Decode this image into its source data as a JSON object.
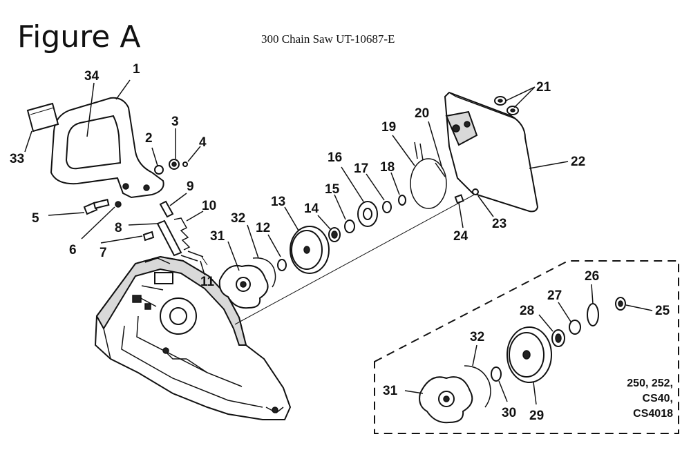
{
  "title": "Figure A",
  "subtitle": "300 Chain Saw UT-10687-E",
  "callouts": {
    "c1": "1",
    "c2": "2",
    "c3": "3",
    "c4": "4",
    "c5": "5",
    "c6": "6",
    "c7": "7",
    "c8": "8",
    "c9": "9",
    "c10": "10",
    "c11": "11",
    "c12": "12",
    "c13": "13",
    "c14": "14",
    "c15": "15",
    "c16": "16",
    "c17": "17",
    "c18": "18",
    "c19": "19",
    "c20": "20",
    "c21": "21",
    "c22": "22",
    "c23": "23",
    "c24": "24",
    "c25": "25",
    "c26": "26",
    "c27": "27",
    "c28": "28",
    "c29": "29",
    "c30": "30",
    "c31": "31",
    "c32": "32",
    "c33": "33",
    "c34": "34"
  },
  "inset": {
    "callouts": {
      "c25": "25",
      "c26": "26",
      "c27": "27",
      "c28": "28",
      "c29": "29",
      "c30": "30",
      "c31": "31",
      "c32": "32"
    },
    "models": [
      "250, 252,",
      "CS40,",
      "CS4018"
    ]
  }
}
